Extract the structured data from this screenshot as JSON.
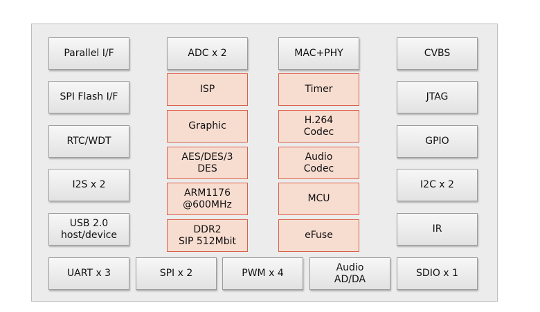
{
  "left_column": [
    "Parallel I/F",
    "SPI Flash I/F",
    "RTC/WDT",
    "I2S x 2",
    "USB 2.0\nhost/device"
  ],
  "right_column": [
    "CVBS",
    "JTAG",
    "GPIO",
    "I2C x 2",
    "IR"
  ],
  "top_row": [
    "ADC x 2",
    "MAC+PHY"
  ],
  "core_left": [
    "ISP",
    "Graphic",
    "AES/DES/3\nDES",
    "ARM1176\n@600MHz",
    "DDR2\nSIP 512Mbit"
  ],
  "core_right": [
    "Timer",
    "H.264\nCodec",
    "Audio\nCodec",
    "MCU",
    "eFuse"
  ],
  "bottom_row": [
    "UART x 3",
    "SPI x 2",
    "PWM x 4",
    "Audio\nAD/DA",
    "SDIO x 1"
  ],
  "colors": {
    "core_fill": "#f7dcd0",
    "core_border": "#d9604a",
    "block_fill": "#ececec",
    "frame_fill": "#ececec"
  }
}
